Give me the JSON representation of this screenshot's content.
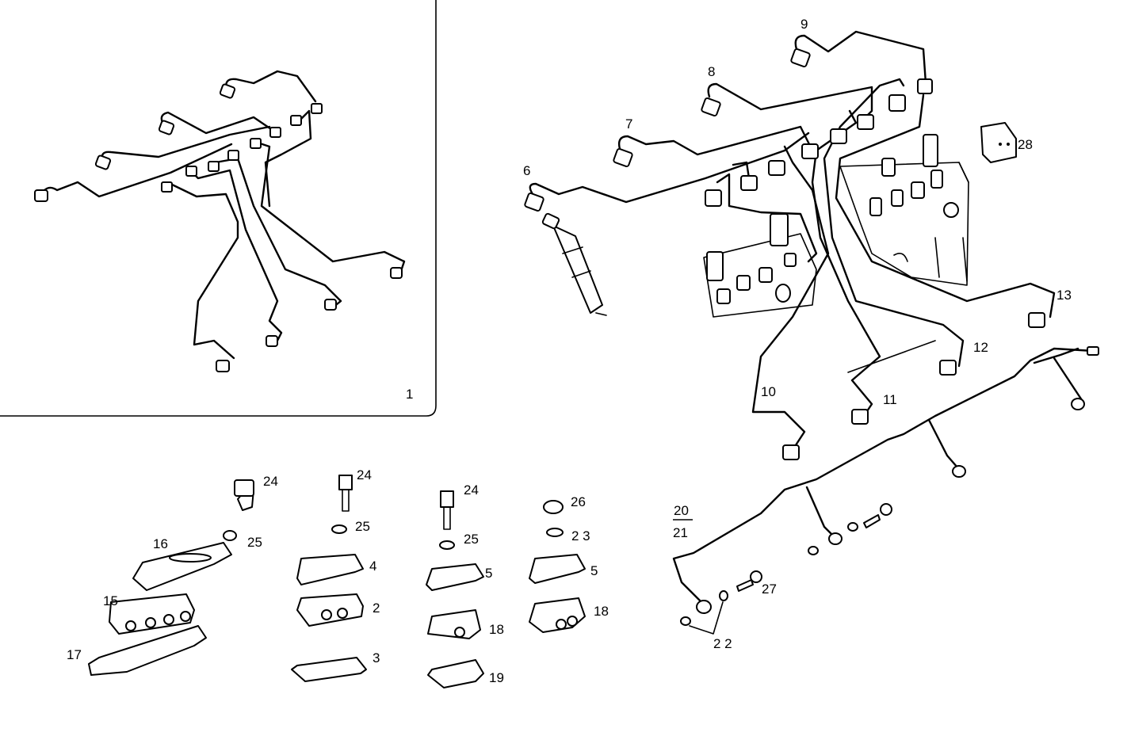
{
  "labels": {
    "l1": "1",
    "l2": "2",
    "l3": "3",
    "l4": "4",
    "l5a": "5",
    "l5b": "5",
    "l6": "6",
    "l7": "7",
    "l8": "8",
    "l9": "9",
    "l10": "10",
    "l11": "11",
    "l12": "12",
    "l13": "13",
    "l15": "15",
    "l16": "16",
    "l17": "17",
    "l18a": "18",
    "l18b": "18",
    "l19": "19",
    "l20": "20",
    "l21": "21",
    "l22": "2 2",
    "l23": "2 3",
    "l24a": "24",
    "l24b": "24",
    "l24c": "24",
    "l25a": "25",
    "l25b": "25",
    "l25c": "25",
    "l26": "26",
    "l27": "27",
    "l28": "28"
  }
}
